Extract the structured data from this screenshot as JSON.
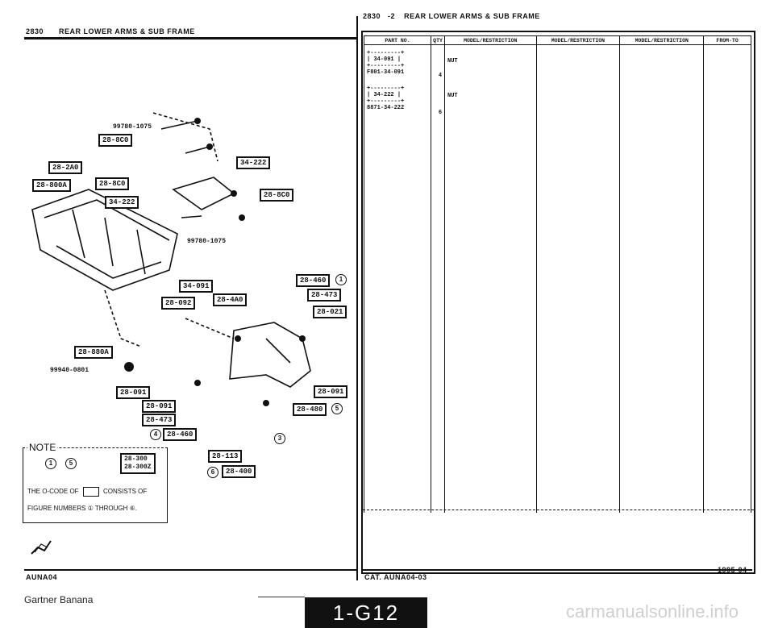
{
  "left_header": {
    "code": "2830",
    "title": "REAR LOWER ARMS & SUB FRAME"
  },
  "right_header": {
    "code": "2830",
    "sheet": "-2",
    "title": "REAR LOWER ARMS & SUB FRAME"
  },
  "table": {
    "columns": [
      "PART NO.",
      "QTY",
      "MODEL/RESTRICTION",
      "MODEL/RESTRICTION",
      "MODEL/RESTRICTION",
      "FROM-TO"
    ],
    "entries": [
      {
        "ref": "34-091",
        "part_no": "F801-34-091",
        "qty": "4",
        "desc": "NUT"
      },
      {
        "ref": "34-222",
        "part_no": "8871-34-222",
        "qty": "6",
        "desc": "NUT"
      }
    ]
  },
  "diagram": {
    "part_refs": [
      "99780-1075",
      "28-8C0",
      "28-2A0",
      "28-800A",
      "28-8C0",
      "34-222",
      "34-222",
      "28-8C0",
      "99780-1075",
      "28-460",
      "28-473",
      "28-021",
      "34-091",
      "28-092",
      "28-4A0",
      "28-880A",
      "99940-0801",
      "28-091",
      "28-091",
      "28-473",
      "28-460",
      "28-113",
      "28-400",
      "28-091",
      "28-480"
    ],
    "circled_numbers": [
      "1",
      "5",
      "3",
      "5",
      "4",
      "6"
    ]
  },
  "note": {
    "title": "NOTE",
    "codes": [
      "28-300",
      "28-300Z"
    ],
    "text_line1_a": "THE O-CODE OF",
    "text_line1_b": "CONSISTS OF",
    "text_line2": "FIGURE NUMBERS ① THROUGH ⑥."
  },
  "footer": {
    "left_code": "AUNA04",
    "cat": "CAT. AUNA04-03",
    "date": "1995-04",
    "company": "Gartner Banana",
    "page": "1-G12",
    "watermark": "carmanualsonline.info"
  }
}
